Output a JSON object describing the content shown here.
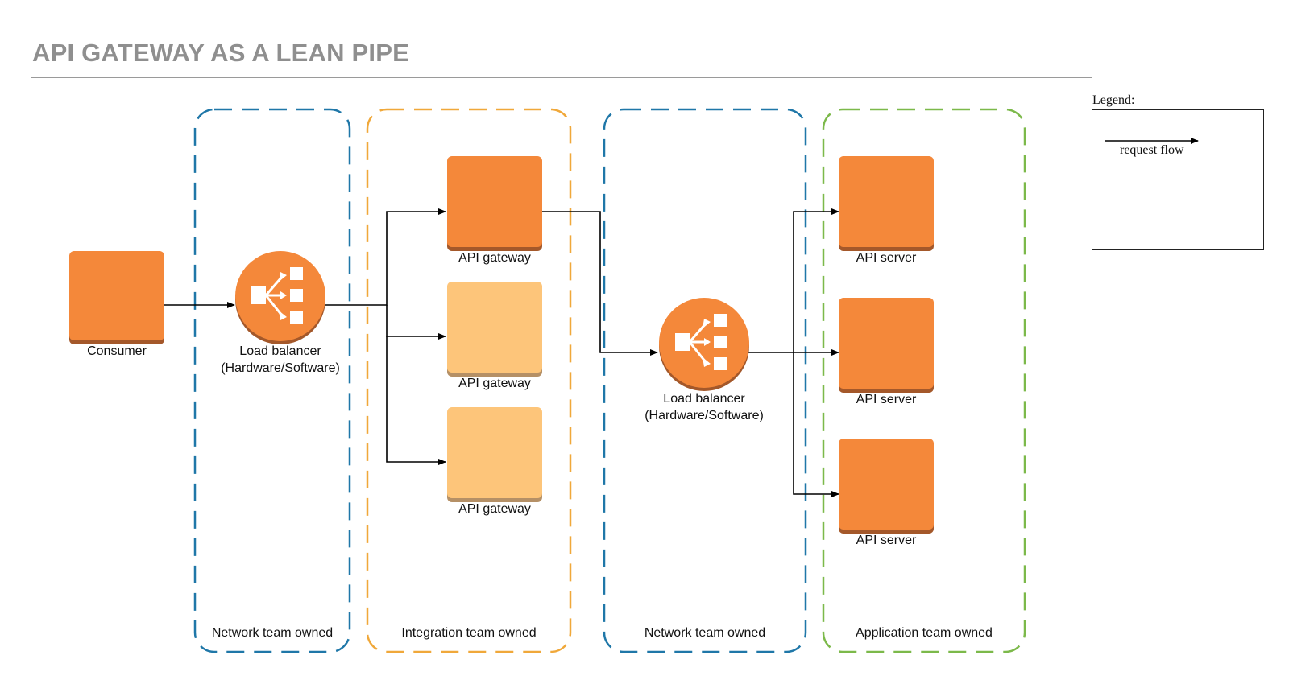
{
  "title": "API GATEWAY AS A LEAN PIPE",
  "nodes": {
    "consumer": {
      "label": "Consumer"
    },
    "lb1": {
      "line1": "Load balancer",
      "line2": "(Hardware/Software)"
    },
    "gw1": {
      "label": "API gateway"
    },
    "gw2": {
      "label": "API gateway"
    },
    "gw3": {
      "label": "API gateway"
    },
    "lb2": {
      "line1": "Load balancer",
      "line2": "(Hardware/Software)"
    },
    "srv1": {
      "label": "API server"
    },
    "srv2": {
      "label": "API server"
    },
    "srv3": {
      "label": "API server"
    }
  },
  "zones": [
    {
      "label": "Network team owned",
      "color": "#1f77a8"
    },
    {
      "label": "Integration team owned",
      "color": "#f0a83a"
    },
    {
      "label": "Network team owned",
      "color": "#1f77a8"
    },
    {
      "label": "Application team owned",
      "color": "#7cb94a"
    }
  ],
  "legend": {
    "title": "Legend:",
    "items": [
      {
        "label": "request flow"
      }
    ]
  },
  "colors": {
    "active": "#f4883a",
    "active_shadow": "#a4582a",
    "standby": "#fdc57a",
    "standby_shadow": "#b59066"
  }
}
